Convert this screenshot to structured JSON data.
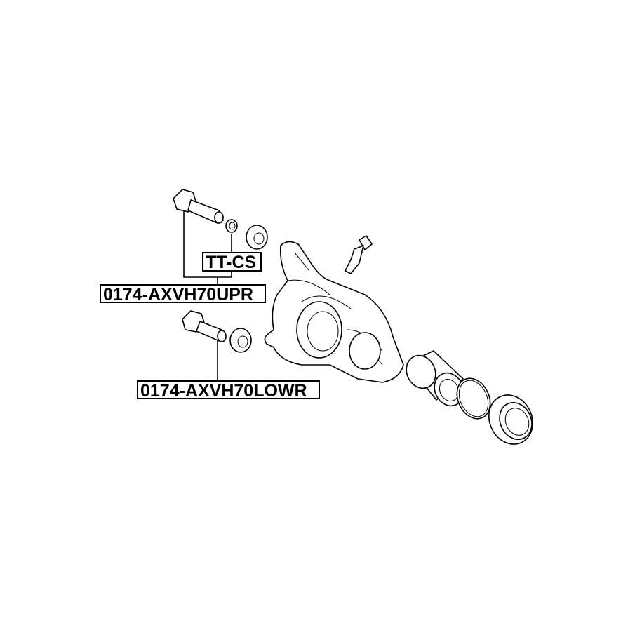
{
  "labels": {
    "tt_cs": "TT-CS",
    "upper_pin": "0174-AXVH70UPR",
    "lower_pin": "0174-AXVH70LOWR"
  },
  "colors": {
    "line": "#000000",
    "background": "#ffffff"
  }
}
